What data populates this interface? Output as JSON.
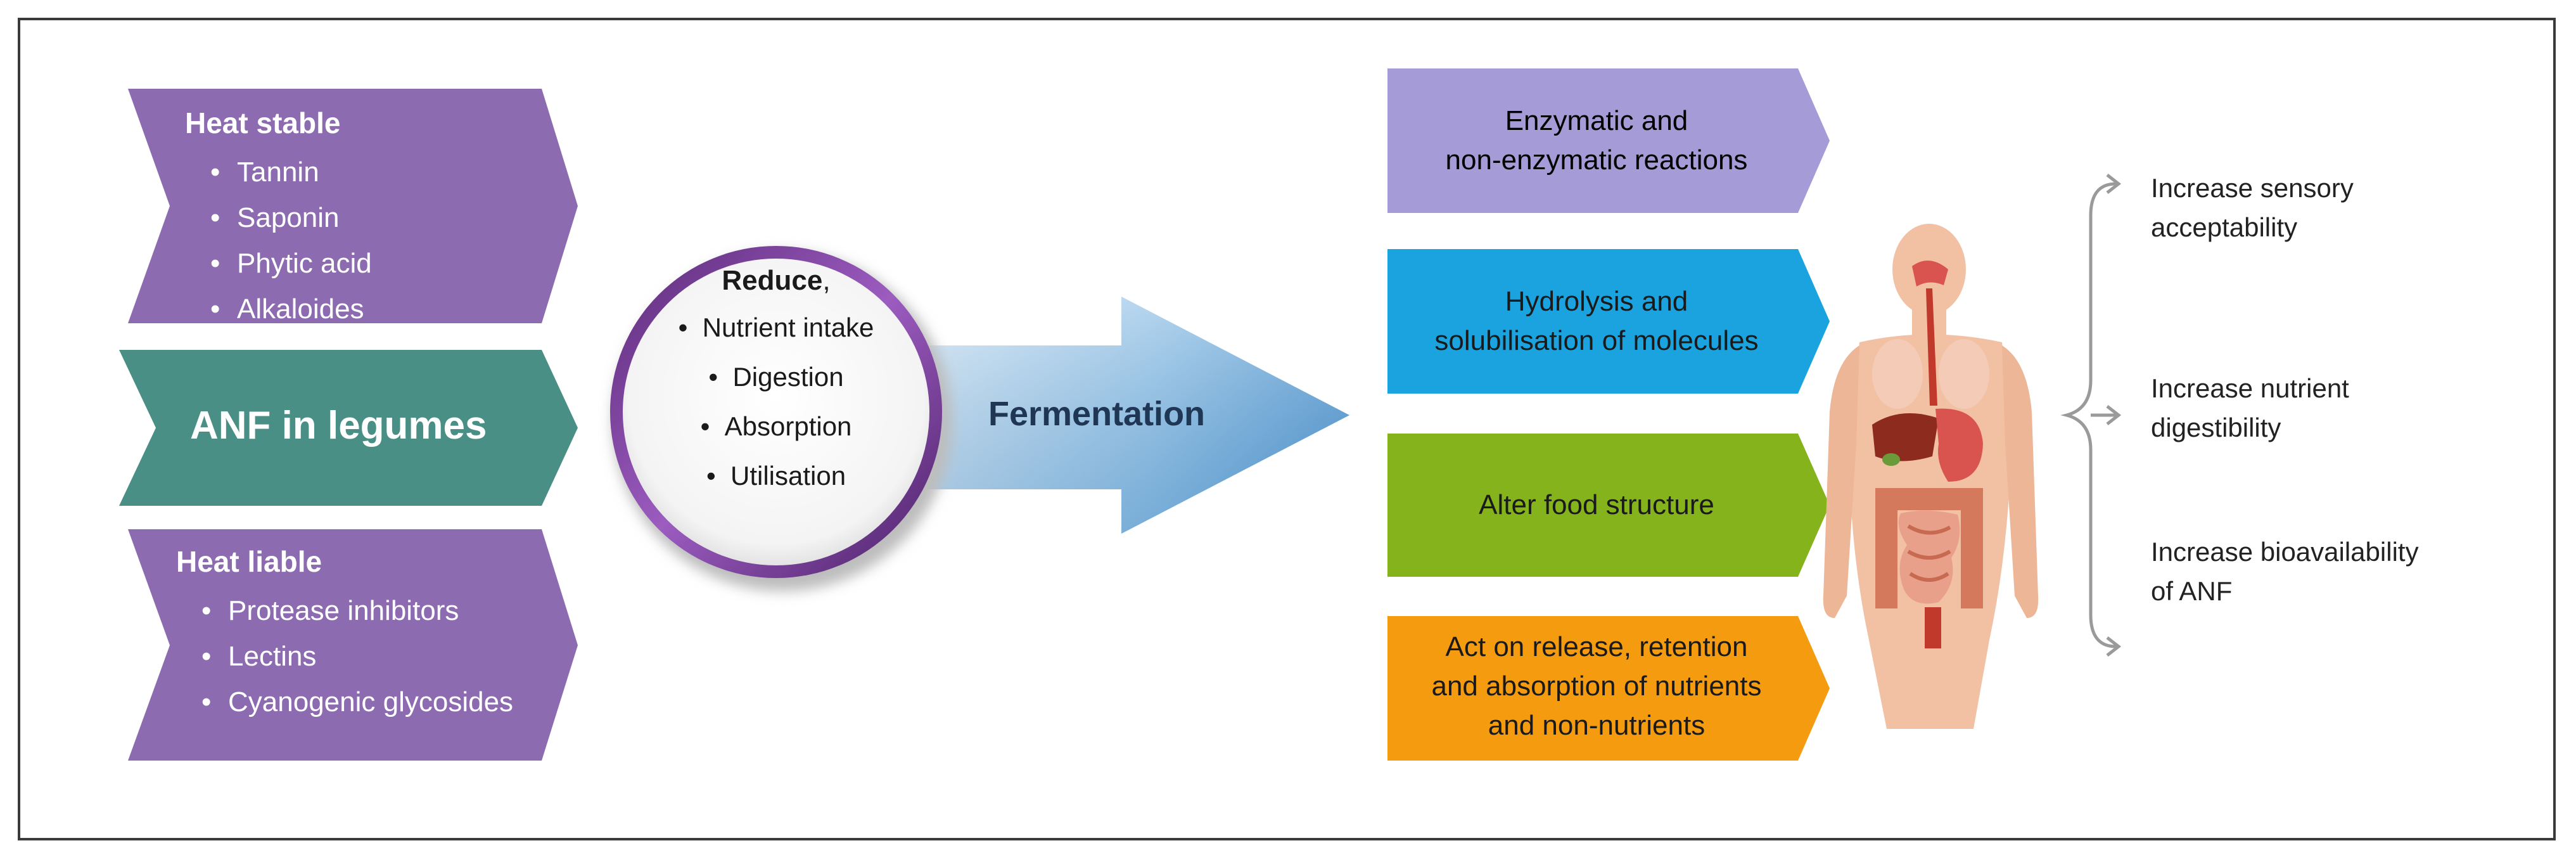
{
  "heat_stable": {
    "title": "Heat stable",
    "items": [
      "Tannin",
      "Saponin",
      "Phytic acid",
      "Alkaloides"
    ],
    "color": "#8c6bb1"
  },
  "anf_center": {
    "label": "ANF in legumes",
    "color": "#4a8f85"
  },
  "heat_liable": {
    "title": "Heat liable",
    "items": [
      "Protease inhibitors",
      "Lectins",
      "Cyanogenic glycosides"
    ],
    "color": "#8c6bb1"
  },
  "reduce_circle": {
    "title": "Reduce",
    "title_suffix": ",",
    "items": [
      "Nutrient intake",
      "Digestion",
      "Absorption",
      "Utilisation"
    ],
    "ring_color": "#7a3f9a"
  },
  "process": {
    "label": "Fermentation",
    "arrow_color": "#6fa8dc"
  },
  "effects": [
    {
      "text_lines": [
        "Enzymatic and",
        "non-enzymatic reactions"
      ],
      "color": "#a59bd6"
    },
    {
      "text_lines": [
        "Hydrolysis and",
        "solubilisation of molecules"
      ],
      "color": "#1aa3de"
    },
    {
      "text_lines": [
        "Alter food structure"
      ],
      "color": "#84b31c"
    },
    {
      "text_lines": [
        "Act on release, retention",
        "and absorption of nutrients",
        "and non-nutrients"
      ],
      "color": "#f59b0f"
    }
  ],
  "outcomes": [
    {
      "lines": [
        "Increase sensory",
        "acceptability"
      ]
    },
    {
      "lines": [
        "Increase nutrient",
        "digestibility"
      ]
    },
    {
      "lines": [
        "Increase bioavailability",
        "of ANF"
      ]
    }
  ],
  "icons": {
    "human_body": "human-digestive-system-icon"
  }
}
